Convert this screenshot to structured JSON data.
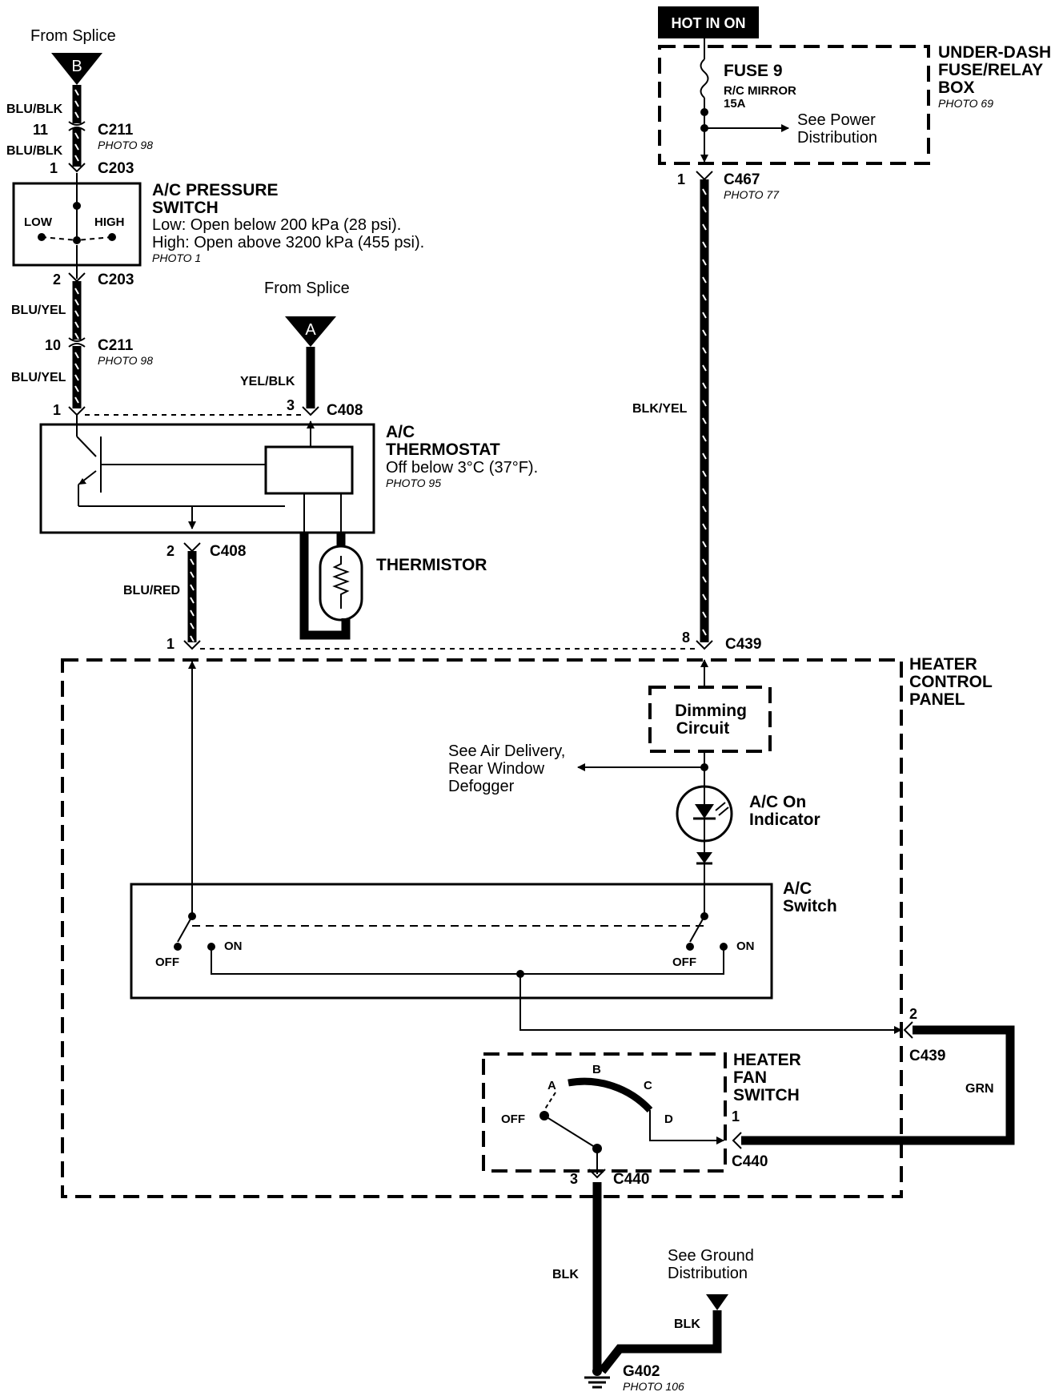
{
  "splice_b": {
    "from": "From Splice",
    "letter": "B"
  },
  "splice_a": {
    "from": "From Splice",
    "letter": "A"
  },
  "hot_label": "HOT IN ON",
  "fuse_box": {
    "title": [
      "UNDER-DASH",
      "FUSE/RELAY",
      "BOX"
    ],
    "photo": "PHOTO 69",
    "fuse": "FUSE 9",
    "fuse_circuit": "R/C MIRROR",
    "fuse_rating": "15A",
    "see": [
      "See Power",
      "Distribution"
    ]
  },
  "pressure_switch": {
    "title": [
      "A/C PRESSURE",
      "SWITCH"
    ],
    "low_line": "Low: Open below 200 kPa (28 psi).",
    "high_line": "High: Open above 3200 kPa (455 psi).",
    "photo": "PHOTO 1",
    "low": "LOW",
    "high": "HIGH"
  },
  "thermostat": {
    "title": [
      "A/C",
      "THERMOSTAT"
    ],
    "desc": "Off below 3°C (37°F).",
    "photo": "PHOTO 95",
    "thermistor": "THERMISTOR"
  },
  "heater_panel": {
    "title": [
      "HEATER",
      "CONTROL",
      "PANEL"
    ]
  },
  "dimming": [
    "Dimming",
    "Circuit"
  ],
  "see_air": [
    "See Air Delivery,",
    "Rear Window",
    "Defogger"
  ],
  "indicator": [
    "A/C On",
    "Indicator"
  ],
  "ac_switch": {
    "title": [
      "A/C",
      "Switch"
    ],
    "off": "OFF",
    "on": "ON"
  },
  "fan_switch": {
    "title": [
      "HEATER",
      "FAN",
      "SWITCH"
    ],
    "positions": [
      "A",
      "B",
      "C",
      "D"
    ],
    "off": "OFF"
  },
  "ground": {
    "see": [
      "See Ground",
      "Distribution"
    ],
    "name": "G402",
    "photo": "PHOTO 106"
  },
  "connectors": {
    "c211_top": {
      "pin": "11",
      "name": "C211",
      "photo": "PHOTO 98"
    },
    "c203_top": {
      "pin": "1",
      "name": "C203"
    },
    "c203_bot": {
      "pin": "2",
      "name": "C203"
    },
    "c211_bot": {
      "pin": "10",
      "name": "C211",
      "photo": "PHOTO 98"
    },
    "c408_1": {
      "pin": "1"
    },
    "c408_3": {
      "pin": "3",
      "name": "C408"
    },
    "c408_2": {
      "pin": "2",
      "name": "C408"
    },
    "c439_1": {
      "pin": "1"
    },
    "c467": {
      "pin": "1",
      "name": "C467",
      "photo": "PHOTO 77"
    },
    "c439_8": {
      "pin": "8",
      "name": "C439"
    },
    "c439_2": {
      "pin": "2",
      "name": "C439"
    },
    "c440_1": {
      "pin": "1",
      "name": "C440"
    },
    "c440_3": {
      "pin": "3",
      "name": "C440"
    }
  },
  "wires": {
    "blu_blk_1": "BLU/BLK",
    "blu_blk_2": "BLU/BLK",
    "blu_yel_1": "BLU/YEL",
    "blu_yel_2": "BLU/YEL",
    "yel_blk": "YEL/BLK",
    "blu_red": "BLU/RED",
    "blk_yel": "BLK/YEL",
    "grn": "GRN",
    "blk_1": "BLK",
    "blk_2": "BLK"
  }
}
